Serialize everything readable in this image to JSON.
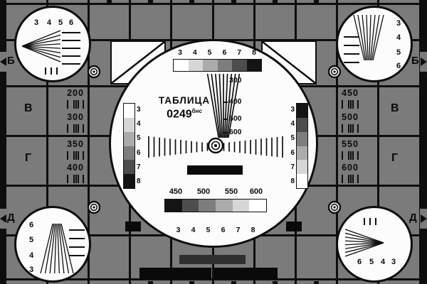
{
  "card": {
    "title": "ТАБЛИЦА",
    "code": "0249",
    "code_sup": "бнс"
  },
  "colors": {
    "background": "#7b7b7b",
    "grid_line": "#0e0e0e",
    "circle_fill": "#fcfcfc",
    "black": "#0a0a0a",
    "dark_bar": "#2f2f2f"
  },
  "gray_steps_light_to_dark": [
    "#ffffff",
    "#d6d6d6",
    "#ababab",
    "#7d7d7d",
    "#4d4d4d",
    "#141414"
  ],
  "scales": {
    "top_digits": [
      "3",
      "4",
      "5",
      "6",
      "7",
      "8"
    ],
    "bottom_digits": [
      "3",
      "4",
      "5",
      "6",
      "7",
      "8"
    ],
    "left_strip_digits": [
      "3",
      "4",
      "5",
      "6",
      "7",
      "8"
    ],
    "right_strip_digits": [
      "3",
      "4",
      "5",
      "6",
      "7",
      "8"
    ]
  },
  "center": {
    "wedge_labels": [
      "300",
      "400",
      "500",
      "600"
    ],
    "freq_labels": [
      "450",
      "500",
      "550",
      "600"
    ]
  },
  "side_rows": {
    "left_letters": [
      "Б",
      "В",
      "Г",
      "Д"
    ],
    "right_letters": [
      "Б",
      "В",
      "Г",
      "Д"
    ]
  },
  "panels": {
    "left_values": [
      "200",
      "300",
      "350",
      "400"
    ],
    "right_values": [
      "450",
      "500",
      "550",
      "600"
    ]
  },
  "corners": {
    "top_left_digits": [
      "3",
      "4",
      "5",
      "6"
    ],
    "top_right_digits": [
      "3",
      "4",
      "5",
      "6"
    ],
    "bottom_left_digits": [
      "6",
      "5",
      "4",
      "3"
    ],
    "bottom_right_digits": [
      "6",
      "5",
      "4",
      "3"
    ]
  }
}
